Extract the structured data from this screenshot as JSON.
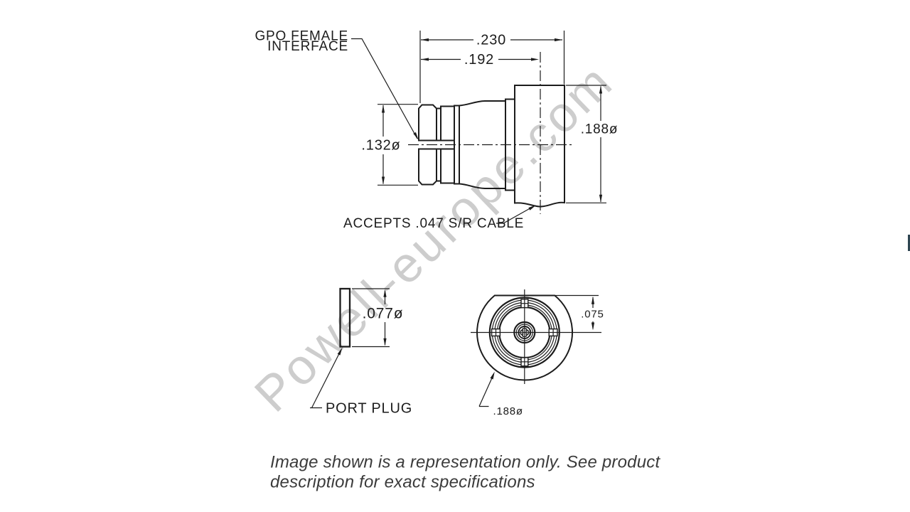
{
  "window": {
    "background": "#ffffff",
    "edge_artifact_color": "#2e4551"
  },
  "drawing": {
    "line_color": "#1c1c1c",
    "labels": {
      "gpo_line1": "GPO FEMALE",
      "gpo_line2": "INTERFACE",
      "accepts_cable": "ACCEPTS .047 S/R CABLE",
      "port_plug": "PORT PLUG"
    },
    "dims": {
      "overall_length": ".230",
      "interface_length": ".192",
      "interface_dia": ".132ø",
      "body_dia_side": ".188ø",
      "plug_dia": ".077ø",
      "flat_height": ".075",
      "body_dia_front": ".188ø"
    }
  },
  "watermark": {
    "text": "Powell-europe.com",
    "color": "#cdcdcd"
  },
  "disclaimer": {
    "line1": "Image shown is a representation only. See product",
    "line2": "description for exact specifications"
  }
}
